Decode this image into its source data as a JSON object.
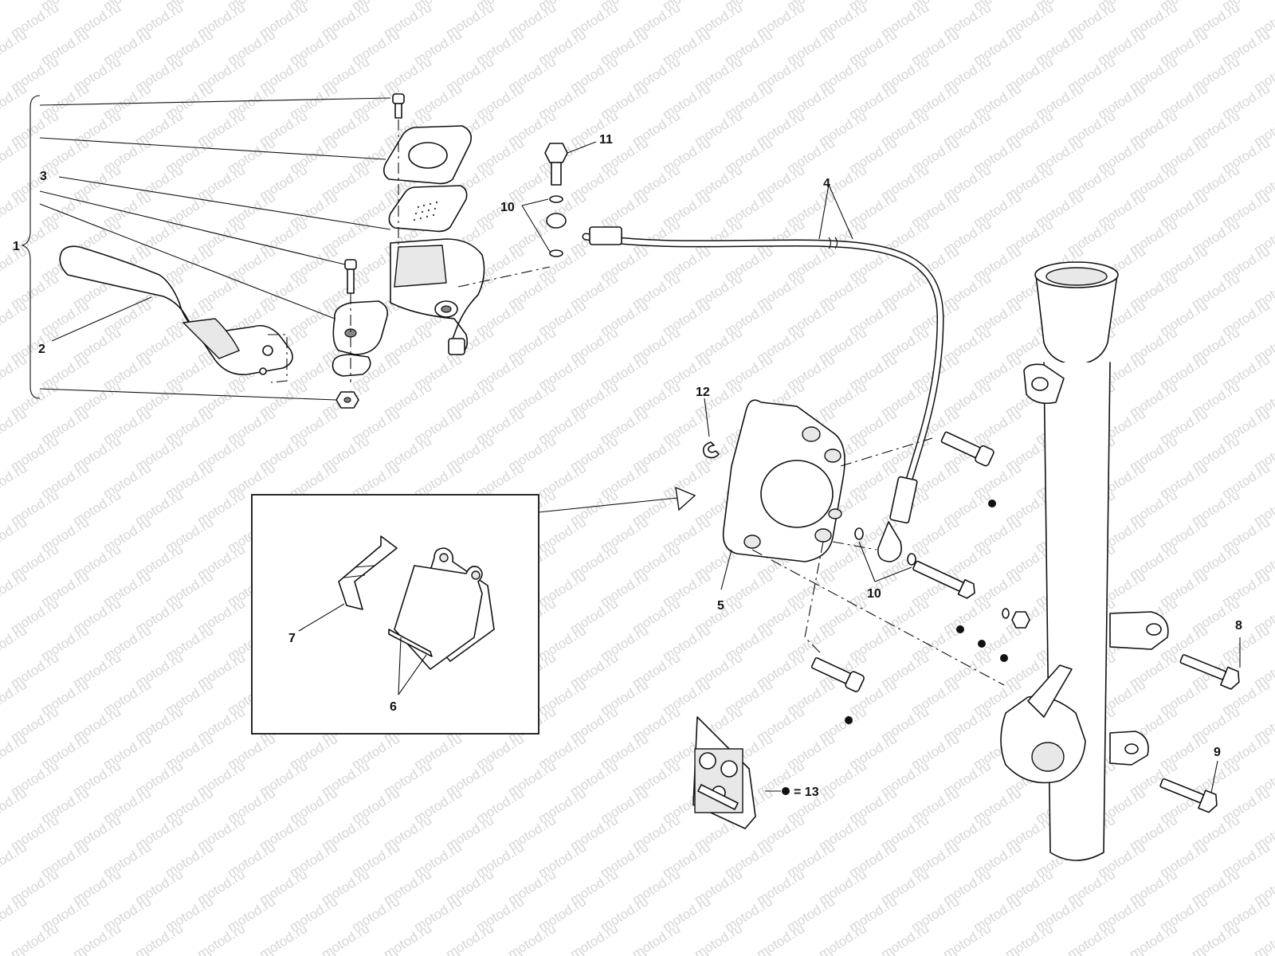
{
  "watermark": "motod.ru",
  "callouts": {
    "c1": "1",
    "c2": "2",
    "c3": "3",
    "c4": "4",
    "c5": "5",
    "c6": "6",
    "c7": "7",
    "c8": "8",
    "c9": "9",
    "c10a": "10",
    "c10b": "10",
    "c11": "11",
    "c12": "12",
    "c13": "= 13"
  },
  "colors": {
    "ink": "#111111",
    "watermark": "#d6d6d6",
    "background": "#ffffff"
  }
}
